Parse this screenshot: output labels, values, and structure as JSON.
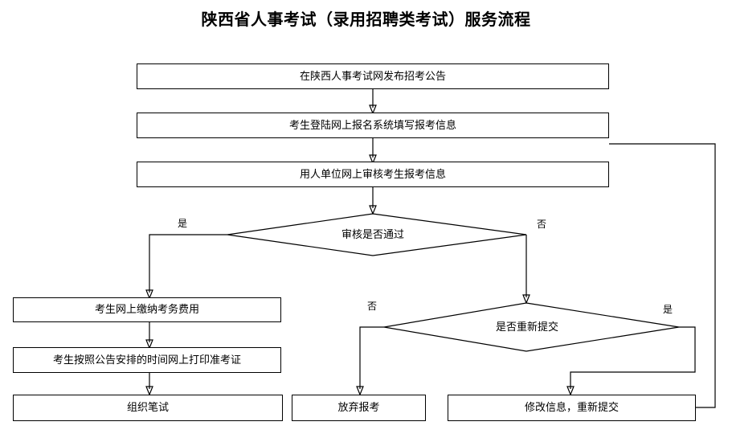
{
  "title": "陕西省人事考试（录用招聘类考试）服务流程",
  "nodes": {
    "publish_announcement": "在陕西人事考试网发布招考公告",
    "fill_registration": "考生登陆网上报名系统填写报考信息",
    "employer_review": "用人单位网上审核考生报考信息",
    "pay_fee": "考生网上缴纳考务费用",
    "print_admission_ticket": "考生按照公告安排的时间网上打印准考证",
    "organize_written_exam": "组织笔试",
    "abandon_application": "放弃报考",
    "modify_resubmit": "修改信息，重新提交"
  },
  "decisions": {
    "review_passed": {
      "text": "审核是否通过",
      "yes_label": "是",
      "no_label": "否"
    },
    "resubmit": {
      "text": "是否重新提交",
      "no_label": "否",
      "yes_label": "是"
    }
  },
  "colors": {
    "line": "#000000",
    "box_fill": "#ffffff",
    "text": "#000000",
    "background": "#ffffff"
  }
}
